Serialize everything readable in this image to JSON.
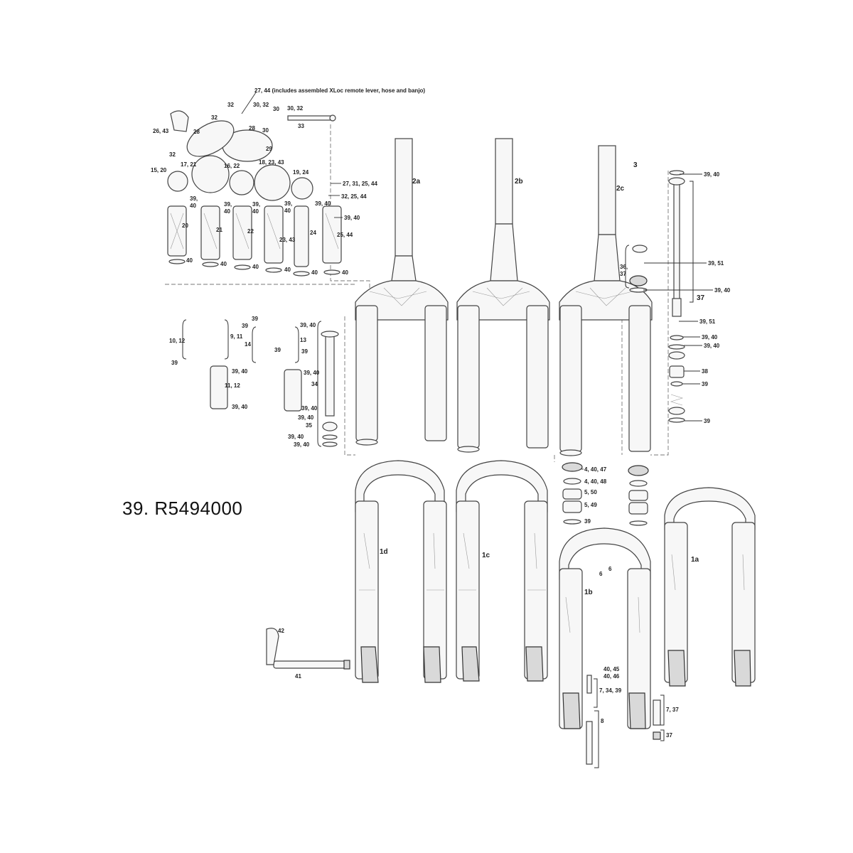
{
  "caption": "39. R5494000",
  "labels": {
    "remote_note": "27, 44 (includes assembled XLoc remote lever, hose and banjo)",
    "l32a": "32",
    "l3032a": "30, 32",
    "l30a": "30",
    "l3032b": "30, 32",
    "l33": "33",
    "l32b": "32",
    "l28a": "28",
    "l28b": "28",
    "l30b": "30",
    "l2643": "26, 43",
    "l29": "29",
    "l32c": "32",
    "l1520": "15, 20",
    "l1721": "17, 21",
    "l1622": "16, 22",
    "l182343": "18, 23, 43",
    "l1924": "19, 24",
    "l27312544": "27, 31, 25, 44",
    "l322544": "32, 25, 44",
    "l3940a": "39,\n40",
    "l3940b": "39,\n40",
    "l3940c": "39,\n40",
    "l3940d": "39,\n40",
    "l3940e": "39, 40",
    "l3940f": "39, 40",
    "l20": "20",
    "l21": "21",
    "l22": "22",
    "l2343": "23, 43",
    "l24": "24",
    "l2544": "25, 44",
    "l40a": "40",
    "l40b": "40",
    "l40c": "40",
    "l40d": "40",
    "l40e": "40",
    "l40f": "40",
    "l2a": "2a",
    "l2b": "2b",
    "l2c": "2c",
    "l3": "3",
    "r3940a": "39, 40",
    "r3651": "39, 51",
    "r3637": "36,\n37",
    "r3940b": "39, 40",
    "r37": "37",
    "r3951b": "39, 51",
    "r3940c": "39, 40",
    "r3940d": "39, 40",
    "r38": "38",
    "r39a": "39",
    "r39b": "39",
    "m1012": "10, 12",
    "m911": "9, 11",
    "m39a": "39",
    "m3940a": "39, 40",
    "m1112": "11, 12",
    "m3940b": "39, 40",
    "m39b": "39",
    "m39c": "39",
    "m14": "14",
    "m13": "13",
    "m39d": "39",
    "m39e": "39",
    "m3940c": "39, 40",
    "m3940d": "39, 40",
    "m34": "34",
    "m3940e": "39, 40",
    "m3940f": "39, 40",
    "m35": "35",
    "m3940g": "39, 40",
    "m3940h": "39, 40",
    "s44047": "4, 40, 47",
    "s44048": "4, 40, 48",
    "s550": "5, 50",
    "s549": "5, 49",
    "s39": "39",
    "l1d": "1d",
    "l1c": "1c",
    "l1b": "1b",
    "l1a": "1a",
    "l6a": "6",
    "l6b": "6",
    "l42": "42",
    "l41": "41",
    "b4045": "40, 45",
    "b4046": "40, 46",
    "b73439": "7, 34, 39",
    "b8": "8",
    "b737": "7, 37",
    "b37": "37"
  }
}
